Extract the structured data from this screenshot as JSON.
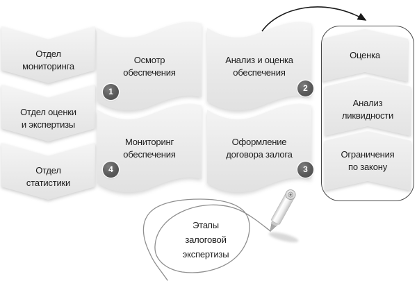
{
  "title": {
    "lines": [
      "Этапы",
      "залоговой",
      "экспертизы"
    ]
  },
  "departments": [
    {
      "lines": [
        "Отдел",
        "мониторинга"
      ]
    },
    {
      "lines": [
        "Отдел оценки",
        "и экспертизы"
      ]
    },
    {
      "lines": [
        "Отдел",
        "статистики"
      ]
    }
  ],
  "stages": [
    {
      "number": "1",
      "lines": [
        "Осмотр",
        "обеспечения"
      ]
    },
    {
      "number": "2",
      "lines": [
        "Анализ и оценка",
        "обеспечения"
      ]
    },
    {
      "number": "3",
      "lines": [
        "Оформление",
        "договора залога"
      ]
    },
    {
      "number": "4",
      "lines": [
        "Мониторинг",
        "обеспечения"
      ]
    }
  ],
  "expertise_components": [
    {
      "lines": [
        "Оценка"
      ]
    },
    {
      "lines": [
        "Анализ",
        "ликвидности"
      ]
    },
    {
      "lines": [
        "Ограничения",
        "по закону"
      ]
    }
  ],
  "colors": {
    "background": "#ffffff",
    "shape_fill": "#e9e9e9",
    "badge_fill": "#555555",
    "badge_text": "#ffffff",
    "box_border": "#474747",
    "text": "#1c1c1c",
    "arrow": "#1a1a1a",
    "scribble": "#8f8f8f"
  }
}
